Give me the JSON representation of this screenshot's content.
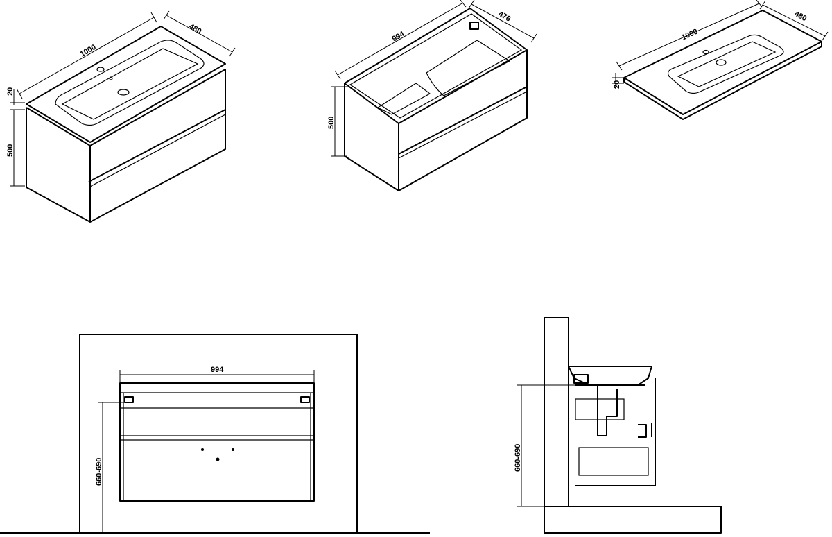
{
  "views": {
    "cabinet_with_top": {
      "length": "1000",
      "depth": "480",
      "top_thickness": "20",
      "height": "500"
    },
    "cabinet_body": {
      "length": "994",
      "depth": "476",
      "height": "500"
    },
    "countertop": {
      "length": "1000",
      "depth": "480",
      "thickness": "20"
    },
    "front_elevation": {
      "width": "994",
      "mount_height": "660-690"
    },
    "side_section": {
      "mount_height": "660-690"
    }
  }
}
